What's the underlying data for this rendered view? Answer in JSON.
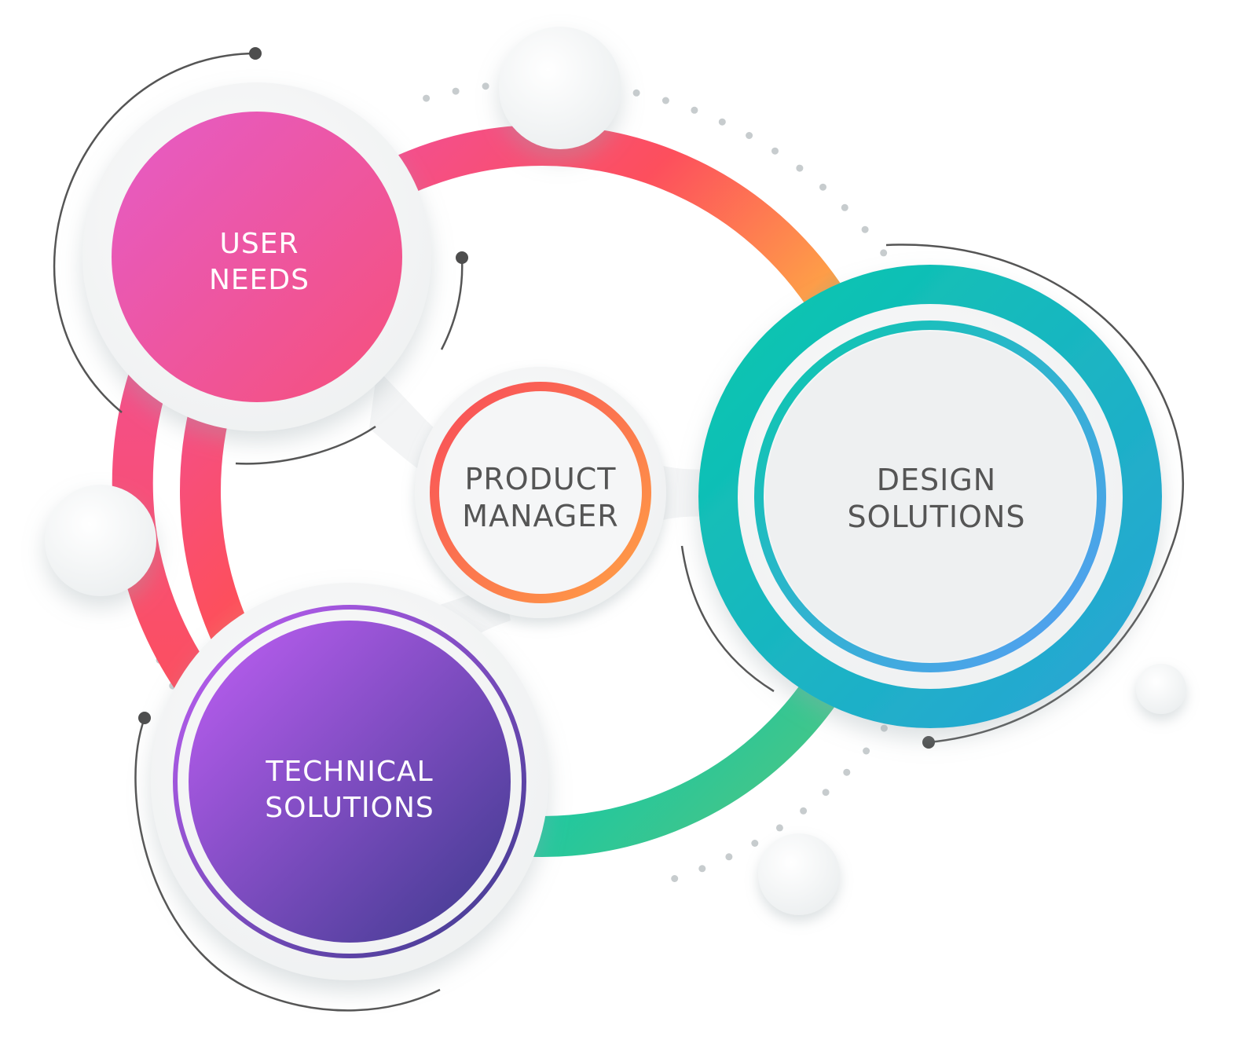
{
  "nodes": {
    "user_needs": {
      "line1": "USER",
      "line2": "NEEDS"
    },
    "product_manager": {
      "line1": "PRODUCT",
      "line2": "MANAGER"
    },
    "design_solutions": {
      "line1": "DESIGN",
      "line2": "SOLUTIONS"
    },
    "technical_solutions": {
      "line1": "TECHNICAL",
      "line2": "SOLUTIONS"
    }
  },
  "colors": {
    "user_needs_gradient": [
      "#e55cc8",
      "#f6507a"
    ],
    "product_manager_ring": [
      "#f84a5a",
      "#ffa244"
    ],
    "design_ring": [
      "#08c9ab",
      "#2ba2d8",
      "#5a9cf6"
    ],
    "technical_gradient": [
      "#c05ff5",
      "#3c3a8c"
    ],
    "loop_ring": [
      "#ec4fb0",
      "#fd4f5d",
      "#fe9d48",
      "#1bc8a2",
      "#5cc47a"
    ],
    "dot": "#c7ccce",
    "arc_line": "#555555"
  }
}
